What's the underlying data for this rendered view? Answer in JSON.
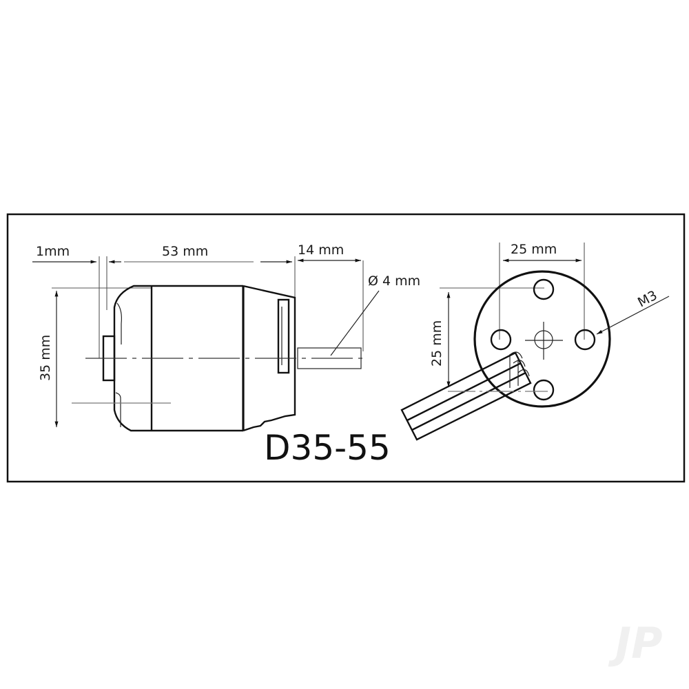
{
  "drawing": {
    "model": "D35-55",
    "side_view": {
      "dimensions": {
        "front_gap": "1mm",
        "body_length": "53 mm",
        "shaft_length": "14 mm",
        "shaft_diameter": "Ø 4 mm",
        "body_diameter": "35 mm"
      }
    },
    "front_view": {
      "dimensions": {
        "hole_spacing_horizontal": "25 mm",
        "hole_spacing_vertical": "25 mm",
        "thread": "M3"
      }
    },
    "watermark": "JP"
  },
  "colors": {
    "line": "#111111",
    "background": "#ffffff",
    "watermark": "#f0f0f0"
  }
}
